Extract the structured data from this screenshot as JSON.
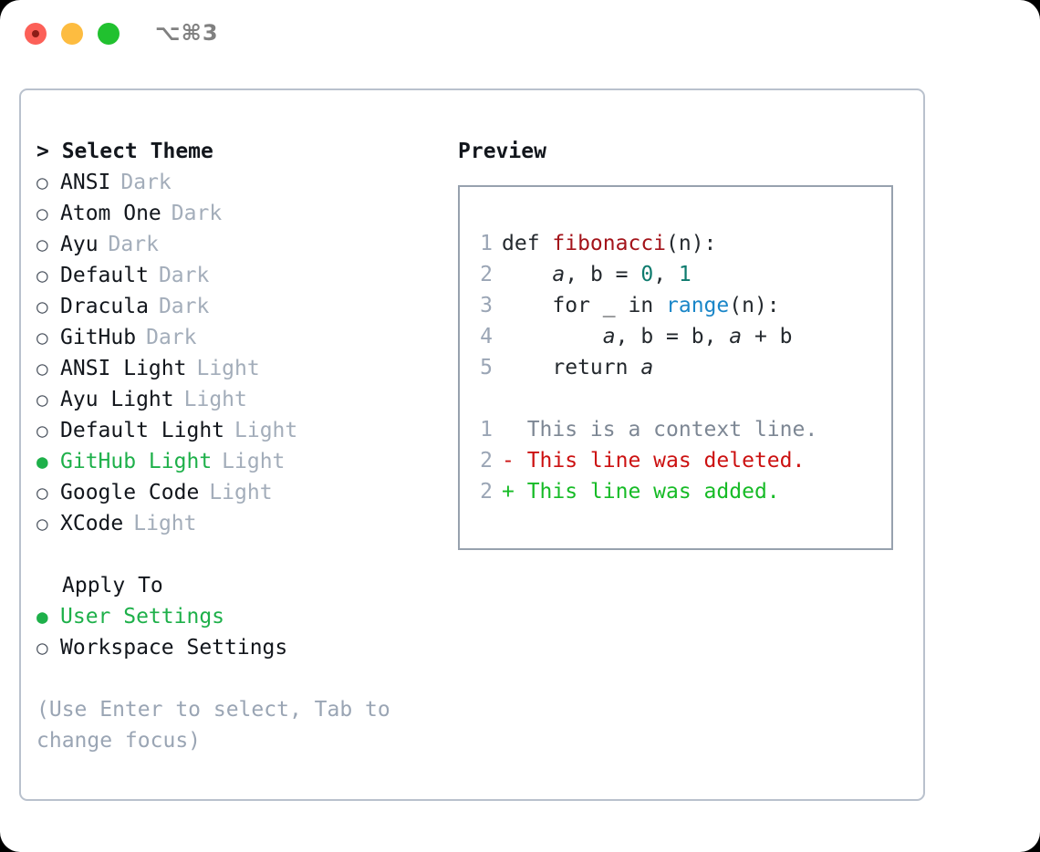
{
  "titlebar": {
    "shortcut": "⌥⌘3",
    "buttons": [
      "close",
      "minimize",
      "maximize"
    ]
  },
  "left": {
    "heading": "> Select Theme",
    "markers": {
      "selected": "●",
      "unselected": "○"
    },
    "themes": [
      {
        "name": "ANSI",
        "variant": "Dark",
        "selected": false
      },
      {
        "name": "Atom One",
        "variant": "Dark",
        "selected": false
      },
      {
        "name": "Ayu",
        "variant": "Dark",
        "selected": false
      },
      {
        "name": "Default",
        "variant": "Dark",
        "selected": false
      },
      {
        "name": "Dracula",
        "variant": "Dark",
        "selected": false
      },
      {
        "name": "GitHub",
        "variant": "Dark",
        "selected": false
      },
      {
        "name": "ANSI Light",
        "variant": "Light",
        "selected": false
      },
      {
        "name": "Ayu Light",
        "variant": "Light",
        "selected": false
      },
      {
        "name": "Default Light",
        "variant": "Light",
        "selected": false
      },
      {
        "name": "GitHub Light",
        "variant": "Light",
        "selected": true
      },
      {
        "name": "Google Code",
        "variant": "Light",
        "selected": false
      },
      {
        "name": "XCode",
        "variant": "Light",
        "selected": false
      }
    ],
    "apply_to": {
      "title": "Apply To",
      "options": [
        {
          "label": "User Settings",
          "selected": true
        },
        {
          "label": "Workspace Settings",
          "selected": false
        }
      ]
    },
    "hint": "(Use Enter to select, Tab to change focus)"
  },
  "right": {
    "heading": "Preview",
    "code": [
      {
        "no": "1",
        "segments": [
          {
            "t": "def ",
            "c": "plain"
          },
          {
            "t": "fibonacci",
            "c": "fn"
          },
          {
            "t": "(n):",
            "c": "plain"
          }
        ]
      },
      {
        "no": "2",
        "segments": [
          {
            "t": "    ",
            "c": "plain"
          },
          {
            "t": "a",
            "c": "var"
          },
          {
            "t": ", b = ",
            "c": "plain"
          },
          {
            "t": "0",
            "c": "num"
          },
          {
            "t": ", ",
            "c": "plain"
          },
          {
            "t": "1",
            "c": "num"
          }
        ]
      },
      {
        "no": "3",
        "segments": [
          {
            "t": "    for _ in ",
            "c": "plain"
          },
          {
            "t": "range",
            "c": "call"
          },
          {
            "t": "(n):",
            "c": "plain"
          }
        ]
      },
      {
        "no": "4",
        "segments": [
          {
            "t": "        ",
            "c": "plain"
          },
          {
            "t": "a",
            "c": "var"
          },
          {
            "t": ", b = b, ",
            "c": "plain"
          },
          {
            "t": "a",
            "c": "var"
          },
          {
            "t": " + b",
            "c": "plain"
          }
        ]
      },
      {
        "no": "5",
        "segments": [
          {
            "t": "    return ",
            "c": "plain"
          },
          {
            "t": "a",
            "c": "var"
          }
        ]
      }
    ],
    "diff": [
      {
        "no": "1",
        "kind": "context",
        "text": "  This is a context line."
      },
      {
        "no": "2",
        "kind": "deleted",
        "text": "- This line was deleted."
      },
      {
        "no": "2",
        "kind": "added",
        "text": "+ This line was added."
      }
    ]
  },
  "colors": {
    "selected_green": "#1eb04a",
    "muted_gray": "#a3adba",
    "hint_gray": "#9aa5b4",
    "code_fg": "#24292e",
    "syntax_function": "#a3131a",
    "syntax_number": "#0e7b6e",
    "syntax_call": "#1a86c8",
    "diff_deleted": "#cc1111",
    "diff_added": "#16bb26",
    "panel_border": "#b9c1cd",
    "preview_border": "#97a1ae"
  }
}
